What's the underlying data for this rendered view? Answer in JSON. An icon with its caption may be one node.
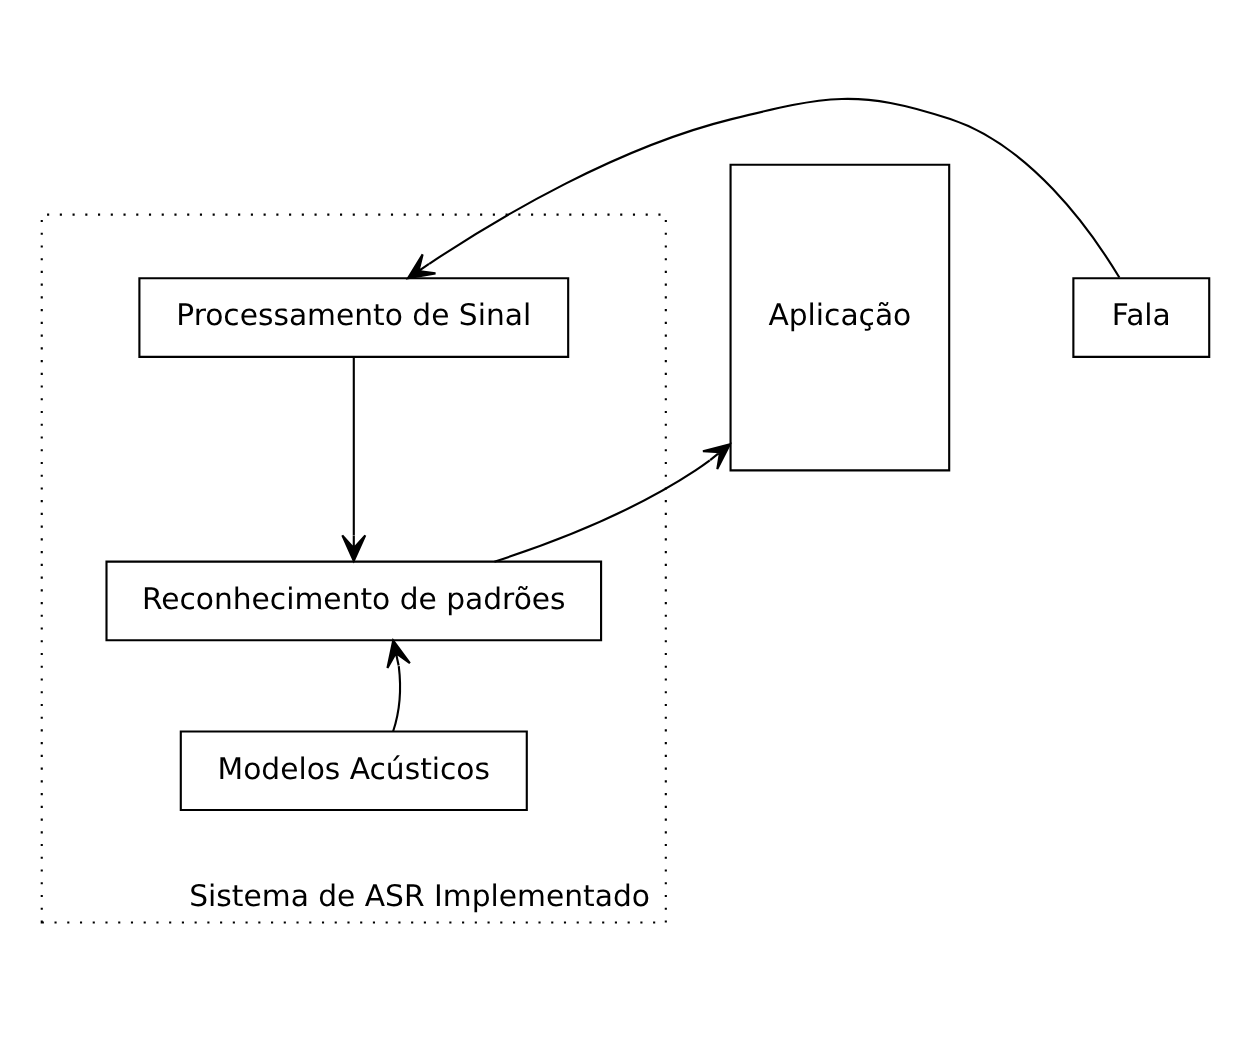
{
  "diagram": {
    "nodes": [
      {
        "text": [
          "Sistema de ASR Implementado"
        ]
      },
      {
        "text": [
          "Fala"
        ]
      },
      {
        "text": [
          "Processamento de Sinal"
        ],
        "in": 0
      },
      {
        "text": [
          "Reconhecimento de padrões"
        ],
        "in": 0
      },
      {
        "text": [
          "Modelos Acústicos"
        ],
        "in": 0
      },
      {
        "text": [
          "Aplicação"
        ]
      }
    ],
    "edges": [
      {
        "from": 1,
        "to": 2,
        "arrow": "to"
      },
      {
        "from": 2,
        "to": 3,
        "arrow": "to"
      },
      {
        "from": 3,
        "to": 5,
        "arrow": "to"
      },
      {
        "from": 4,
        "to": 3,
        "arrow": "to"
      }
    ]
  }
}
